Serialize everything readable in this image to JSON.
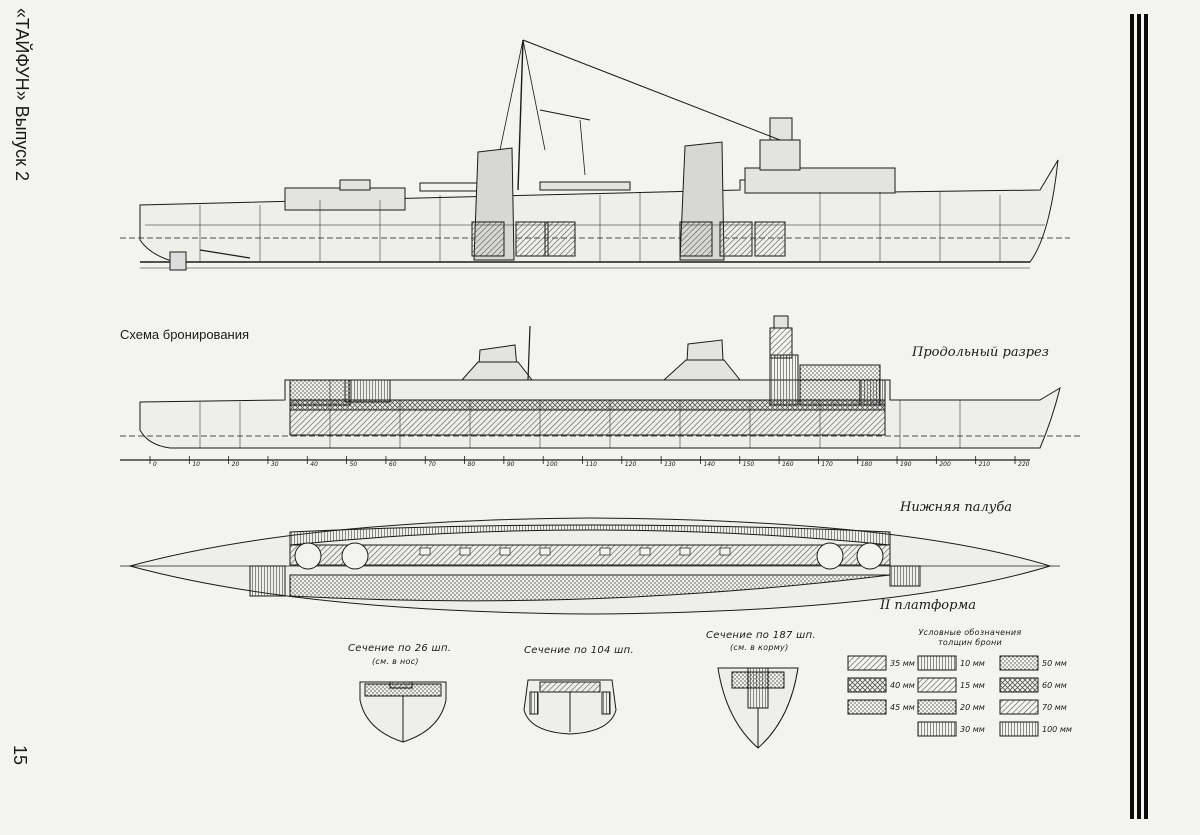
{
  "header": {
    "running_title": "«ТАЙФУН» Выпуск 2",
    "page_number": "15"
  },
  "sections": {
    "armor_scheme_title": "Схема бронирования",
    "longitudinal_label": "Продольный разрез",
    "lower_deck_label": "Нижняя палуба",
    "platform_label": "II платформа"
  },
  "cross_sections": [
    {
      "title": "Сечение по 26 шп.",
      "subtitle": "(см. в нос)"
    },
    {
      "title": "Сечение по 104 шп.",
      "subtitle": ""
    },
    {
      "title": "Сечение по 187 шп.",
      "subtitle": "(см. в корму)"
    }
  ],
  "legend": {
    "title": "Условные обозначения толщин брони",
    "col1": [
      "35 мм",
      "40 мм",
      "45 мм"
    ],
    "col2": [
      "10 мм",
      "15 мм",
      "20 мм",
      "30 мм"
    ],
    "col3": [
      "50 мм",
      "60 мм",
      "70 мм",
      "100 мм"
    ]
  },
  "frame_scale": [
    "0",
    "10",
    "20",
    "30",
    "40",
    "50",
    "60",
    "70",
    "80",
    "90",
    "100",
    "110",
    "120",
    "130",
    "140",
    "150",
    "160",
    "170",
    "180",
    "190",
    "200",
    "210",
    "220"
  ],
  "colors": {
    "ink": "#1a1a1a",
    "paper": "#f3f3ef",
    "hatch": "#555555"
  }
}
